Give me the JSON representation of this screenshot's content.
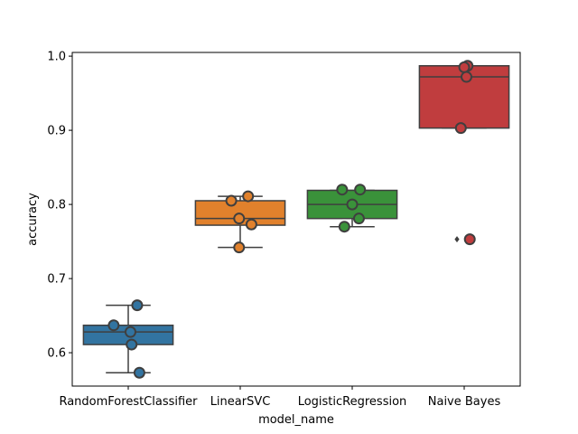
{
  "chart_data": {
    "type": "box",
    "title": "",
    "xlabel": "model_name",
    "ylabel": "accuracy",
    "ylim": [
      0.555,
      1.005
    ],
    "yticks": [
      0.6,
      0.7,
      0.8,
      0.9,
      1.0
    ],
    "ytick_labels": [
      "0.6",
      "0.7",
      "0.8",
      "0.9",
      "1.0"
    ],
    "grid": false,
    "legend": "none",
    "categories": [
      "RandomForestClassifier",
      "LinearSVC",
      "LogisticRegression",
      "Naive Bayes"
    ],
    "series": [
      {
        "color": "#3274a1",
        "box": {
          "whisker_low": 0.573,
          "q1": 0.611,
          "median": 0.628,
          "q3": 0.637,
          "whisker_high": 0.664
        },
        "outliers": [],
        "points": [
          {
            "value": 0.664,
            "jitter": 0.08
          },
          {
            "value": 0.637,
            "jitter": -0.13
          },
          {
            "value": 0.628,
            "jitter": 0.02
          },
          {
            "value": 0.611,
            "jitter": 0.03
          },
          {
            "value": 0.573,
            "jitter": 0.1
          }
        ]
      },
      {
        "color": "#e1812c",
        "box": {
          "whisker_low": 0.742,
          "q1": 0.772,
          "median": 0.781,
          "q3": 0.805,
          "whisker_high": 0.811
        },
        "outliers": [],
        "points": [
          {
            "value": 0.811,
            "jitter": 0.07
          },
          {
            "value": 0.805,
            "jitter": -0.08
          },
          {
            "value": 0.781,
            "jitter": -0.01
          },
          {
            "value": 0.773,
            "jitter": 0.1
          },
          {
            "value": 0.742,
            "jitter": -0.01
          }
        ]
      },
      {
        "color": "#3a923a",
        "box": {
          "whisker_low": 0.77,
          "q1": 0.781,
          "median": 0.8,
          "q3": 0.819,
          "whisker_high": 0.819
        },
        "outliers": [],
        "points": [
          {
            "value": 0.82,
            "jitter": -0.09
          },
          {
            "value": 0.82,
            "jitter": 0.07
          },
          {
            "value": 0.8,
            "jitter": 0.0
          },
          {
            "value": 0.781,
            "jitter": 0.06
          },
          {
            "value": 0.77,
            "jitter": -0.07
          }
        ]
      },
      {
        "color": "#c03d3e",
        "box": {
          "whisker_low": 0.903,
          "q1": 0.903,
          "median": 0.972,
          "q3": 0.987,
          "whisker_high": 0.987
        },
        "outliers": [
          0.753
        ],
        "points": [
          {
            "value": 0.987,
            "jitter": 0.03
          },
          {
            "value": 0.985,
            "jitter": 0.0
          },
          {
            "value": 0.972,
            "jitter": 0.02
          },
          {
            "value": 0.903,
            "jitter": -0.03
          },
          {
            "value": 0.753,
            "jitter": 0.05
          }
        ]
      }
    ]
  }
}
